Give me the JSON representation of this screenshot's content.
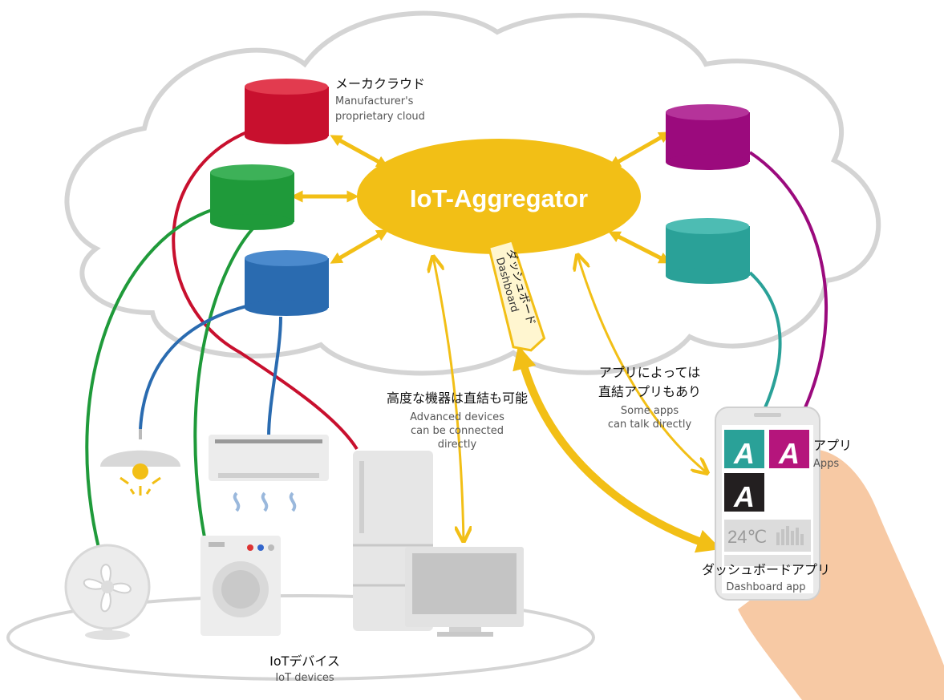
{
  "hub": {
    "title": "IoT-Aggregator"
  },
  "dashboard_tag": {
    "ja": "ダッシュボード",
    "en": "Dashboard"
  },
  "manufacturer_cloud": {
    "ja": "メーカクラウド",
    "en_line1": "Manufacturer's",
    "en_line2": "proprietary cloud"
  },
  "advanced_devices": {
    "ja": "高度な機器は直結も可能",
    "en_line1": "Advanced devices",
    "en_line2": "can be connected",
    "en_line3": "directly"
  },
  "direct_apps": {
    "ja_line1": "アプリによっては",
    "ja_line2": "直結アプリもあり",
    "en_line1": "Some apps",
    "en_line2": "can talk directly"
  },
  "apps": {
    "ja": "アプリ",
    "en": "Apps"
  },
  "dashboard_app": {
    "ja": "ダッシュボードアプリ",
    "en": "Dashboard app"
  },
  "iot_devices": {
    "ja": "IoTデバイス",
    "en": "IoT devices"
  },
  "phone": {
    "temperature": "24℃",
    "app_letter": "A"
  },
  "colors": {
    "gold": "#f2bf16",
    "cloud_red": "#c8102e",
    "cloud_green": "#1f9a3a",
    "cloud_blue": "#2a6bb0",
    "cloud_purple": "#9b0a7d",
    "cloud_teal": "#2aa198",
    "app_teal": "#2aa198",
    "app_magenta": "#b5157c",
    "app_black": "#231f20"
  }
}
